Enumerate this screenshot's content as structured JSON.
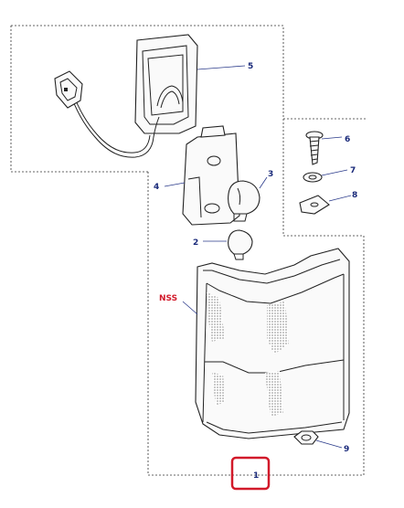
{
  "callouts": {
    "c5": "5",
    "c6": "6",
    "c3": "3",
    "c7": "7",
    "c4": "4",
    "c8": "8",
    "c2": "2",
    "nss": "NSS",
    "c9": "9",
    "c1": "1"
  },
  "colors": {
    "callout_text": "#1a2a7a",
    "nss_text": "#d21a2a",
    "highlight_box": "#d21a2a"
  }
}
